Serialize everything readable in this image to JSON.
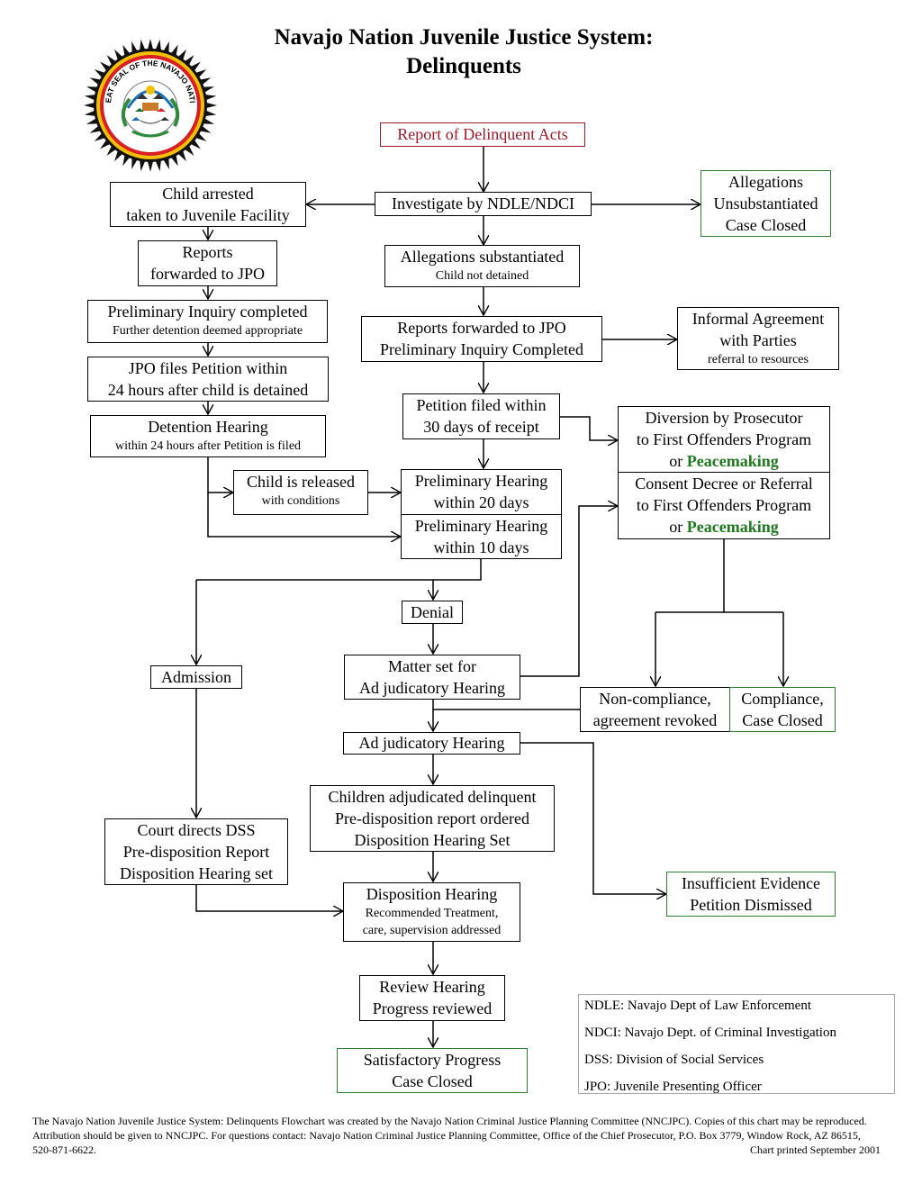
{
  "title": {
    "line1": "Navajo Nation Juvenile Justice System:",
    "line2": "Delinquents"
  },
  "seal": {
    "text": "GREAT SEAL OF THE NAVAJO NATION"
  },
  "colors": {
    "accent_red": "#a0192a",
    "green_border": "#2e7d32",
    "peacemaking": "#1f7a1f"
  },
  "nodes": {
    "report": "Report of Delinquent Acts",
    "investigate": "Investigate by NDLE/NDCI",
    "child_arrested": {
      "l1": "Child arrested",
      "l2": "taken to Juvenile Facility"
    },
    "allegations_unsub": {
      "l1": "Allegations",
      "l2": "Unsubstantiated",
      "l3": "Case Closed"
    },
    "reports_jpo": {
      "l1": "Reports",
      "l2": "forwarded to JPO"
    },
    "allegations_sub": {
      "l1": "Allegations substantiated",
      "l2": "Child not detained"
    },
    "prelim_completed": {
      "l1": "Preliminary Inquiry completed",
      "l2": "Further detention deemed appropriate"
    },
    "reports_fwd": {
      "l1": "Reports forwarded to JPO",
      "l2": "Preliminary Inquiry Completed"
    },
    "informal": {
      "l1": "Informal Agreement",
      "l2": "with Parties",
      "l3": "referral to resources"
    },
    "jpo_files": {
      "l1": "JPO files Petition within",
      "l2": "24 hours after child is detained"
    },
    "petition_filed": {
      "l1": "Petition filed within",
      "l2": "30 days of receipt"
    },
    "detention": {
      "l1": "Detention Hearing",
      "l2": "within 24 hours after Petition is filed"
    },
    "diversion": {
      "l1": "Diversion by Prosecutor",
      "l2": "to First Offenders Program",
      "l3a": "or ",
      "l3b": "Peacemaking"
    },
    "released": {
      "l1": "Child is released",
      "l2": "with conditions"
    },
    "prelim20": {
      "l1": "Preliminary Hearing",
      "l2": "within 20 days"
    },
    "consent": {
      "l1": "Consent Decree or Referral",
      "l2": "to First Offenders Program",
      "l3a": "or ",
      "l3b": "Peacemaking"
    },
    "prelim10": {
      "l1": "Preliminary Hearing",
      "l2": "within 10 days"
    },
    "denial": "Denial",
    "admission": "Admission",
    "matter": {
      "l1": "Matter set for",
      "l2": "Ad judicatory Hearing"
    },
    "noncompliance": {
      "l1": "Non-compliance,",
      "l2": "agreement revoked"
    },
    "compliance": {
      "l1": "Compliance,",
      "l2": "Case Closed"
    },
    "adjudicatory": "Ad judicatory Hearing",
    "adjudicated": {
      "l1": "Children adjudicated delinquent",
      "l2": "Pre-disposition report ordered",
      "l3": "Disposition Hearing Set"
    },
    "court_dss": {
      "l1": "Court directs DSS",
      "l2": "Pre-disposition Report",
      "l3": "Disposition Hearing set"
    },
    "insufficient": {
      "l1": "Insufficient Evidence",
      "l2": "Petition Dismissed"
    },
    "disposition": {
      "l1": "Disposition Hearing",
      "l2": "Recommended Treatment,",
      "l3": "care, supervision addressed"
    },
    "review": {
      "l1": "Review Hearing",
      "l2": "Progress reviewed"
    },
    "satisfactory": {
      "l1": "Satisfactory Progress",
      "l2": "Case Closed"
    }
  },
  "legend": [
    "NDLE:  Navajo Dept of Law Enforcement",
    "NDCI: Navajo Dept. of Criminal Investigation",
    "DSS: Division of Social Services",
    "JPO: Juvenile Presenting Officer"
  ],
  "footer": {
    "text": "The Navajo Nation Juvenile Justice System: Delinquents Flowchart was created by the Navajo Nation Criminal Justice Planning Committee (NNCJPC).  Copies of this chart may be reproduced.  Attribution should be given to NNCJPC.  For questions contact: Navajo Nation Criminal Justice Planning Committee, Office of the Chief Prosecutor, P.O. Box 3779, Window Rock, AZ  86515, 520-871-6622.",
    "printed": "Chart printed September 2001"
  }
}
